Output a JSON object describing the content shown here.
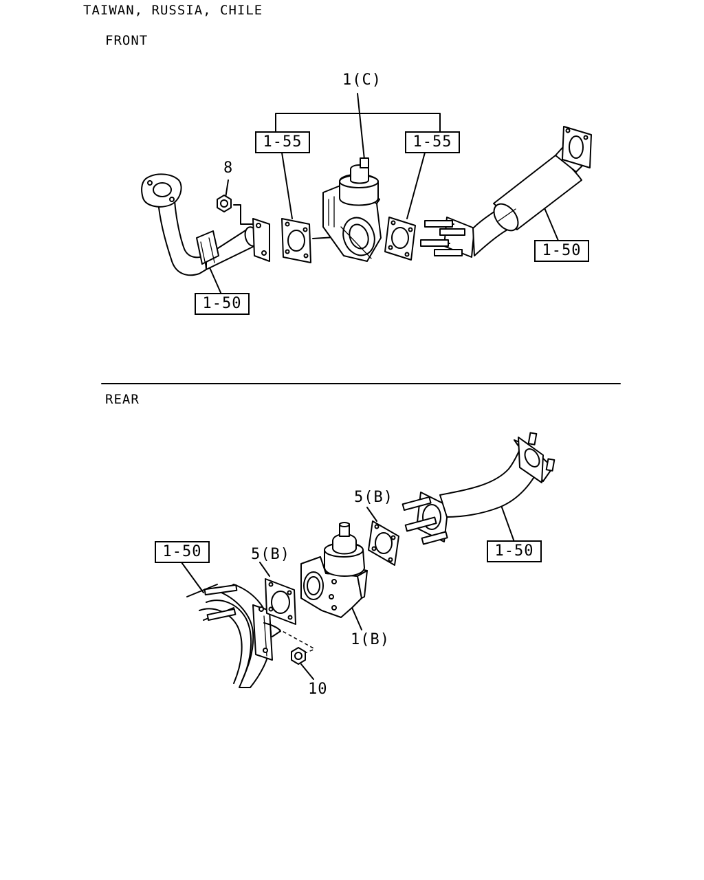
{
  "header": {
    "regions": "TAIWAN, RUSSIA, CHILE"
  },
  "sections": {
    "front": {
      "title": "FRONT",
      "callouts": {
        "valve": "1(C)",
        "nut": "8"
      },
      "refs": {
        "gasket_left": "1-55",
        "gasket_right": "1-55",
        "pipe_front": "1-50",
        "pipe_rear": "1-50"
      }
    },
    "rear": {
      "title": "REAR",
      "callouts": {
        "gasket_upper": "5(B)",
        "gasket_lower": "5(B)",
        "valve": "1(B)",
        "nut": "10"
      },
      "refs": {
        "manifold": "1-50",
        "pipe": "1-50"
      }
    }
  }
}
